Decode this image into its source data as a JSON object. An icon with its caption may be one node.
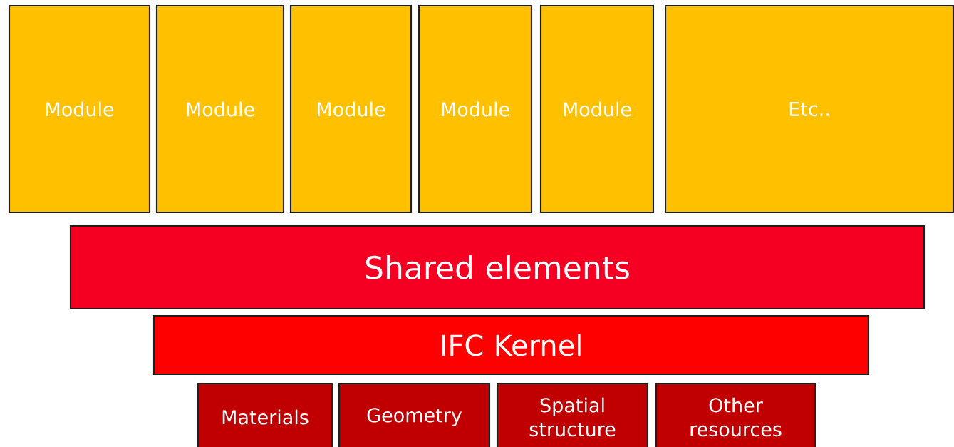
{
  "diagram": {
    "nodes": [
      {
        "text": [
          "Module"
        ]
      },
      {
        "text": [
          "Module"
        ]
      },
      {
        "text": [
          "Module"
        ]
      },
      {
        "text": [
          "Module"
        ]
      },
      {
        "text": [
          "Module"
        ]
      },
      {
        "text": [
          "Etc.."
        ]
      },
      {
        "text": [
          "Shared elements"
        ]
      },
      {
        "text": [
          "IFC Kernel"
        ]
      },
      {
        "text": [
          "Materials"
        ]
      },
      {
        "text": [
          "Geometry"
        ]
      },
      {
        "text": [
          "Spatial structure"
        ]
      },
      {
        "text": [
          "Other resources"
        ]
      }
    ]
  }
}
